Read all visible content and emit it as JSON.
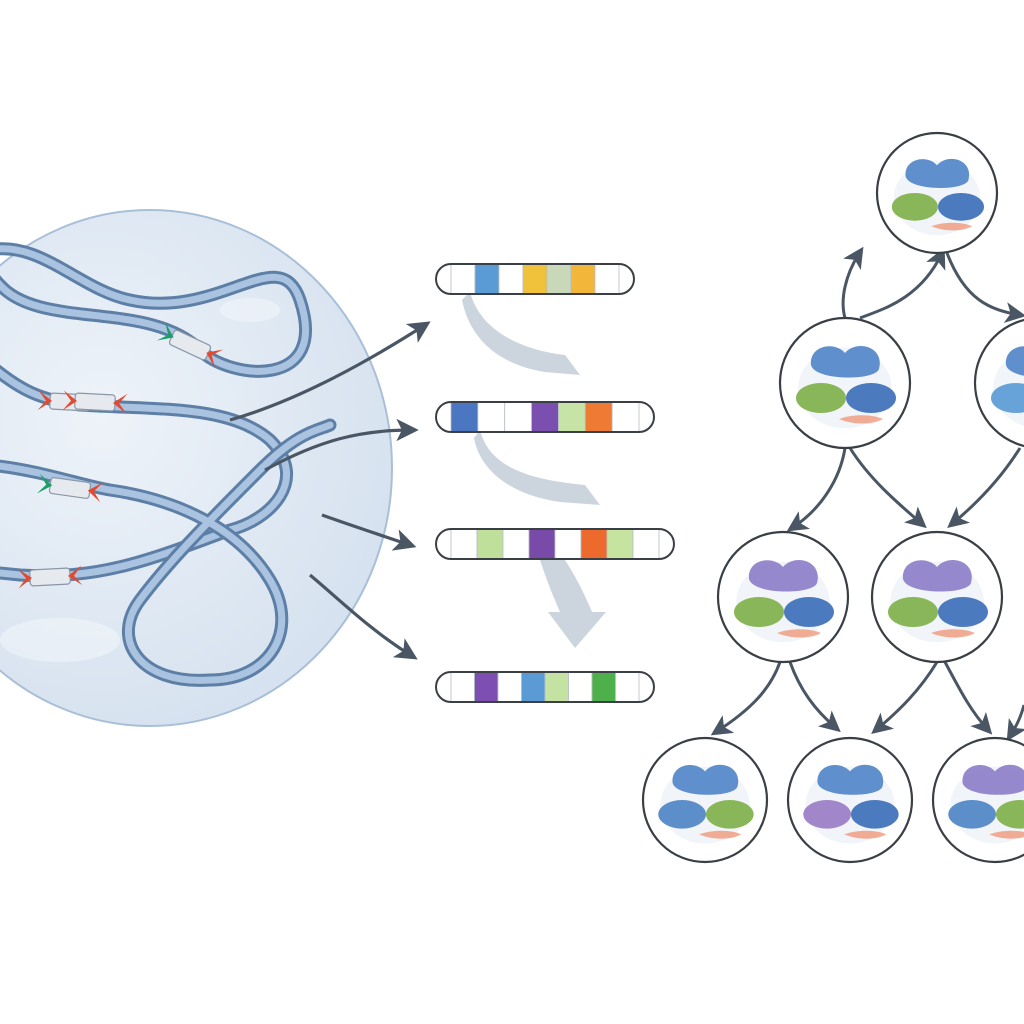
{
  "palette": {
    "background": "#ffffff",
    "cell_fill": "#dce6f1",
    "cell_stroke": "#a9bfd8",
    "strand_outer": "#5d7fa6",
    "strand_inner": "#a9c3e0",
    "junction_red": "#e2492f",
    "junction_green": "#1e9c6a",
    "arrow": "#4a5664",
    "flow": "#c3ccd8",
    "node_stroke": "#3a3f45"
  },
  "barcodes": [
    {
      "segments": [
        "#ffffff",
        "#5b9bd5",
        "#ffffff",
        "#f0c23b",
        "#c9d8b8",
        "#f2b63a",
        "#ffffff"
      ]
    },
    {
      "segments": [
        "#4a76c2",
        "#ffffff",
        "#ffffff",
        "#7b4fb0",
        "#c8e3a6",
        "#ee7a34",
        "#ffffff"
      ]
    },
    {
      "segments": [
        "#ffffff",
        "#bfe09a",
        "#ffffff",
        "#7a4aa8",
        "#ffffff",
        "#ec6a2c",
        "#c6e3a0",
        "#ffffff"
      ]
    },
    {
      "segments": [
        "#ffffff",
        "#7d4fb3",
        "#ffffff",
        "#5b9bd5",
        "#c4e3a2",
        "#ffffff",
        "#4eb04a",
        "#ffffff"
      ]
    }
  ],
  "tree_nodes": [
    {
      "id": "n0",
      "level": 0,
      "blob_colors": [
        "#4f84c6",
        "#7fb04a",
        "#3e6fb9"
      ]
    },
    {
      "id": "n1a",
      "level": 1,
      "blob_colors": [
        "#4f84c6",
        "#7fb04a",
        "#3e6fb9"
      ]
    },
    {
      "id": "n1b",
      "level": 1,
      "blob_colors": [
        "#4f84c6",
        "#5b9bd5",
        "#3e6fb9"
      ]
    },
    {
      "id": "n2a",
      "level": 2,
      "blob_colors": [
        "#8c7cc8",
        "#7fb04a",
        "#3e6fb9"
      ]
    },
    {
      "id": "n2b",
      "level": 2,
      "blob_colors": [
        "#8c7cc8",
        "#7fb04a",
        "#3e6fb9"
      ]
    },
    {
      "id": "n3a",
      "level": 3,
      "blob_colors": [
        "#4f84c6",
        "#4f84c6",
        "#7fb04a"
      ]
    },
    {
      "id": "n3b",
      "level": 3,
      "blob_colors": [
        "#4f84c6",
        "#9a7cc4",
        "#3e6fb9"
      ]
    },
    {
      "id": "n3c",
      "level": 3,
      "blob_colors": [
        "#8c7cc8",
        "#4f84c6",
        "#7fb04a"
      ]
    }
  ]
}
